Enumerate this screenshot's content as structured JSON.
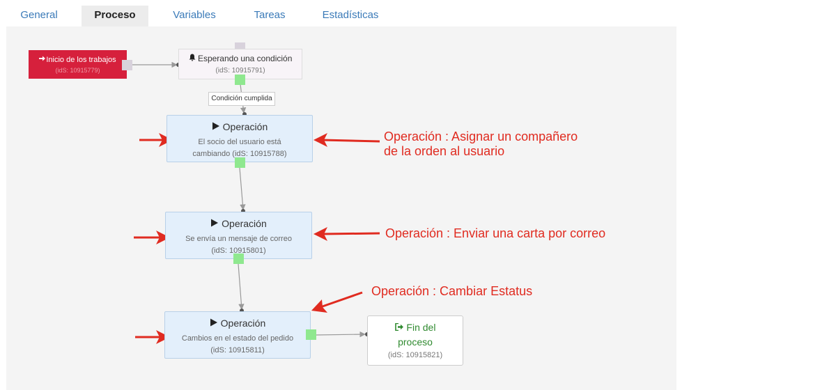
{
  "tabs": [
    {
      "label": "General",
      "active": false
    },
    {
      "label": "Proceso",
      "active": true
    },
    {
      "label": "Variables",
      "active": false
    },
    {
      "label": "Tareas",
      "active": false
    },
    {
      "label": "Estadísticas",
      "active": false
    }
  ],
  "nodes": {
    "start": {
      "icon": "sign-in-icon",
      "title": "Inicio de los trabajos",
      "ids": "(idS: 10915779)"
    },
    "wait": {
      "icon": "bell-icon",
      "title": "Esperando una condición",
      "ids": "(idS: 10915791)"
    },
    "op1": {
      "icon": "play-icon",
      "title": "Operación",
      "desc_line1": "El socio del usuario está",
      "desc_line2": "cambiando (idS: 10915788)"
    },
    "op2": {
      "icon": "play-icon",
      "title": "Operación",
      "desc_line1": "Se envía un mensaje de correo",
      "desc_line2": "(idS: 10915801)"
    },
    "op3": {
      "icon": "play-icon",
      "title": "Operación",
      "desc_line1": "Cambios en el estado del pedido",
      "desc_line2": "(idS: 10915811)"
    },
    "end": {
      "icon": "sign-out-icon",
      "title_line1": "Fin del",
      "title_line2": "proceso",
      "ids": "(idS: 10915821)"
    }
  },
  "condition_label": "Condición cumplida",
  "annotations": {
    "a1_line1": "Operación : Asignar un compañero",
    "a1_line2": "de la orden al usuario",
    "a2": "Operación : Enviar una carta por correo",
    "a3": "Operación : Cambiar Estatus"
  },
  "colors": {
    "start_node": "#d6203c",
    "operation_node": "#e3effb",
    "port_green": "#8fe88f",
    "annotation_red": "#e02b20",
    "end_text": "#2f8a2f",
    "tab_link": "#3a7ab8"
  }
}
